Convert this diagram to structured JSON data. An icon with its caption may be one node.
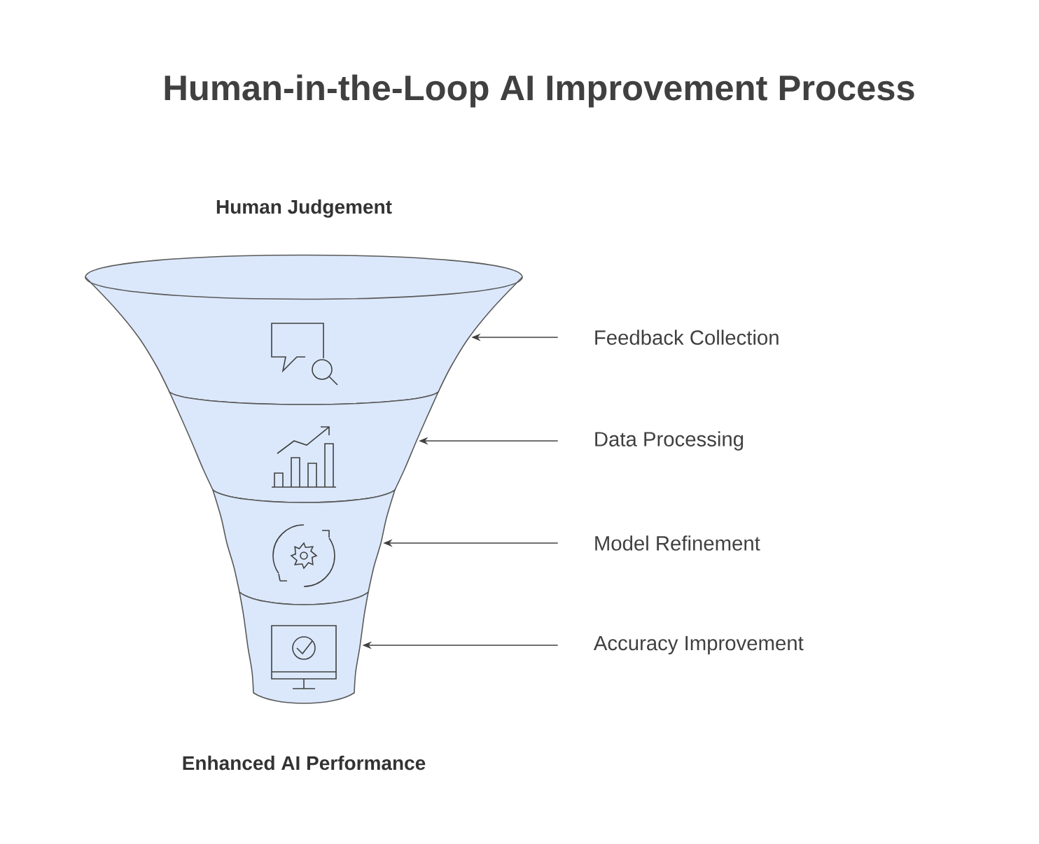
{
  "diagram": {
    "title": "Human-in-the-Loop AI Improvement Process",
    "nodes": [
      {
        "text": [],
        "shape": "band"
      },
      {
        "text": [],
        "shape": "band"
      },
      {
        "text": [],
        "shape": "band"
      },
      {
        "text": [],
        "shape": "band"
      },
      {
        "text": [
          "Feedback Collection"
        ]
      },
      {
        "text": [
          "Data Processing"
        ]
      },
      {
        "text": [
          "Model Refinement"
        ]
      },
      {
        "text": [
          "Accuracy Improvement"
        ]
      }
    ],
    "edges": [
      {
        "from": 4,
        "to": 0,
        "arrow": "to"
      },
      {
        "from": 5,
        "to": 1,
        "arrow": "to"
      },
      {
        "from": 6,
        "to": 2,
        "arrow": "to"
      },
      {
        "from": 7,
        "to": 3,
        "arrow": "to"
      }
    ],
    "labels": [
      "Human Judgement",
      "Enhanced AI Performance"
    ]
  }
}
